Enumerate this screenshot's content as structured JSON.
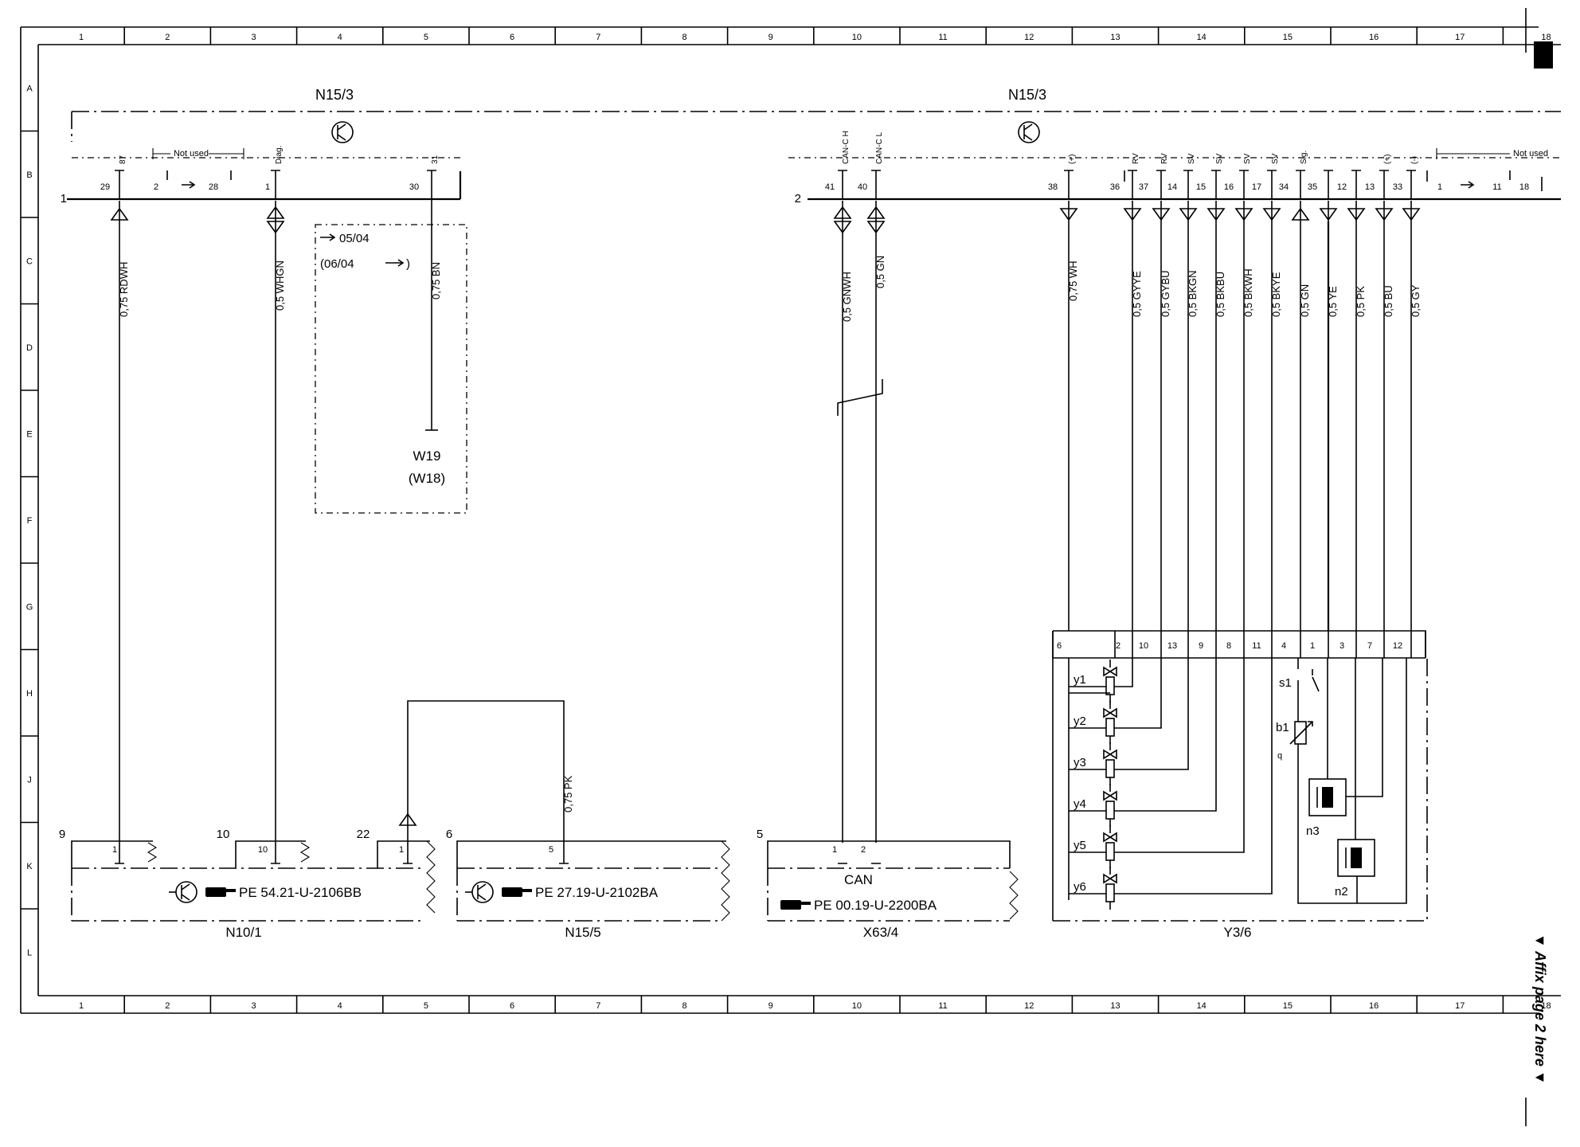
{
  "grid": {
    "columns": [
      "1",
      "2",
      "3",
      "4",
      "5",
      "6",
      "7",
      "8",
      "9",
      "10",
      "11",
      "12",
      "13",
      "14",
      "15",
      "16",
      "17",
      "18"
    ],
    "rows": [
      "A",
      "B",
      "C",
      "D",
      "E",
      "F",
      "G",
      "H",
      "J",
      "K",
      "L"
    ]
  },
  "modules": {
    "left_title": "N15/3",
    "right_title": "N15/3"
  },
  "connector1": {
    "number": "1",
    "pins": [
      "29",
      "2",
      "28",
      "1",
      "30"
    ],
    "pin_labels": [
      "87",
      "Diag.",
      "31"
    ],
    "not_used": "Not used"
  },
  "connector2": {
    "number": "2",
    "pins": [
      "41",
      "40",
      "38",
      "36",
      "37",
      "14",
      "15",
      "16",
      "17",
      "34",
      "35",
      "12",
      "13",
      "33",
      "1",
      "11",
      "18"
    ],
    "pin_labels": [
      "CAN-C H",
      "CAN-C L",
      "(+)",
      "RV",
      "RV",
      "SV",
      "SV",
      "SV",
      "SV",
      "Sig.",
      "(+)",
      "(-)"
    ],
    "not_used": "Not used"
  },
  "wires": {
    "left": [
      "0,75 RDWH",
      "0,5 WHGN",
      "0,75 BN"
    ],
    "can": [
      "0,5 GNWH",
      "0,5 GN"
    ],
    "right": [
      "0,75 WH",
      "0,5 GYYE",
      "0,5 GYBU",
      "0,5 BKGN",
      "0,5 BKBU",
      "0,5 BKWH",
      "0,5 BKYE",
      "0,5 GN",
      "0,5 YE",
      "0,5 PK",
      "0,5 BU",
      "0,5 GY"
    ],
    "pk": "0,75 PK"
  },
  "variant_box": {
    "line1": "05/04",
    "line2": "(06/04",
    "ground": "W19",
    "ground_alt": "(W18)"
  },
  "n10_1": {
    "name": "N10/1",
    "ref": "PE 54.21-U-2106BB",
    "connector": "9",
    "connector2": "10",
    "connector3": "22",
    "pins": [
      "1",
      "10",
      "1"
    ]
  },
  "n15_5": {
    "name": "N15/5",
    "ref": "PE 27.19-U-2102BA",
    "connector": "6",
    "pins": [
      "5"
    ]
  },
  "x63_4": {
    "name": "X63/4",
    "ref": "PE 00.19-U-2200BA",
    "connector": "5",
    "label": "CAN",
    "pins": [
      "1",
      "2"
    ]
  },
  "y3_6": {
    "name": "Y3/6",
    "pins": [
      "6",
      "2",
      "10",
      "13",
      "9",
      "8",
      "11",
      "4",
      "1",
      "3",
      "7",
      "12"
    ],
    "solenoids": [
      "y1",
      "y2",
      "y3",
      "y4",
      "y5",
      "y6"
    ],
    "switch": "s1",
    "sensor": "b1",
    "sensor_sub": "q",
    "n3": "n3",
    "n2": "n2"
  },
  "affix": "▼ Affix page 2 here ▼"
}
